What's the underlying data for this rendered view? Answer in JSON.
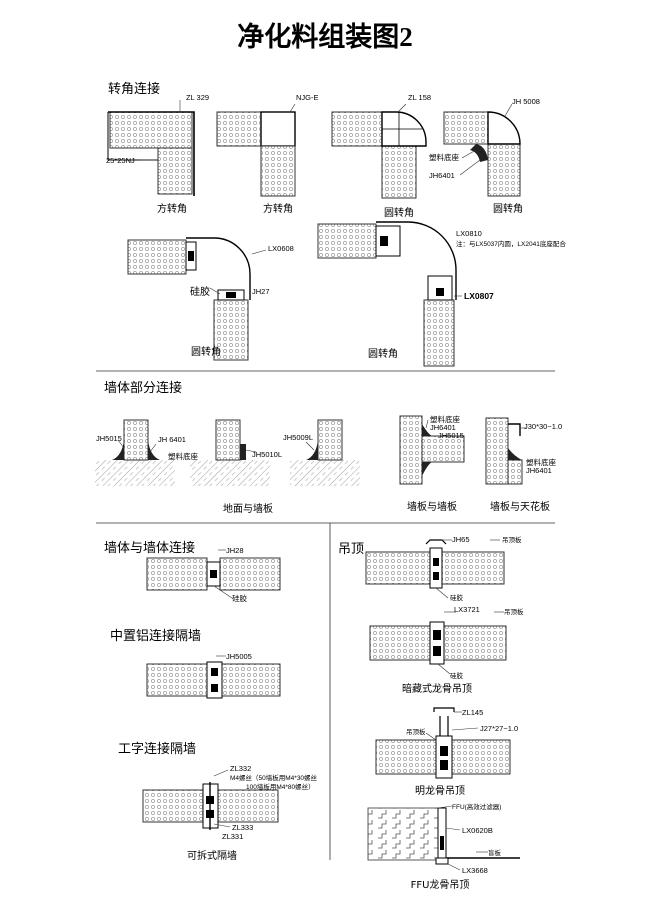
{
  "title": "净化料组装图2",
  "sections": {
    "corner": "转角连接",
    "wall_part": "墙体部分连接",
    "wall_wall": "墙体与墙体连接",
    "center_alu": "中置铝连接隔墙",
    "i_joint": "工字连接隔墙",
    "ceiling": "吊顶"
  },
  "corner": {
    "d1": {
      "caption": "方转角",
      "lbl_zl": "ZL 329",
      "lbl_nj": "25*25NJ"
    },
    "d2": {
      "caption": "方转角",
      "lbl_njg": "NJG-E"
    },
    "d3": {
      "caption": "圆转角",
      "lbl_zl": "ZL 158"
    },
    "d4": {
      "caption": "圆转角",
      "lbl_jh5008": "JH 5008",
      "lbl_base": "塑料底座",
      "lbl_jh6401": "JH6401"
    },
    "d5": {
      "caption": "圆转角",
      "lbl_lx0608": "LX0608",
      "lbl_glue": "硅胶",
      "lbl_jh27": "JH27"
    },
    "d6": {
      "caption": "圆转角",
      "lbl_lx0810": "LX0810",
      "lbl_note": "注：与LX5037内圆，LX2041底座配合",
      "lbl_lx0807": "LX0807"
    }
  },
  "wallpart": {
    "lbl_jh5015": "JH5015",
    "lbl_jh6401": "JH 6401",
    "lbl_base": "塑料底座",
    "lbl_jh5010l": "JH5010L",
    "lbl_jh5009l": "JH5009L",
    "caption_floor": "地面与墙板",
    "caption_ww": "墙板与墙板",
    "caption_wc": "墙板与天花板",
    "ww": {
      "base": "塑料底座",
      "jh6401": "JH6401",
      "jh5015": "JH5015"
    },
    "wc": {
      "j30": "J30*30~1.0",
      "base": "塑料底座",
      "jh6401": "JH6401"
    }
  },
  "wallwall": {
    "jh28": "JH28",
    "glue": "硅胶"
  },
  "centeralu": {
    "jh5005": "JH5005"
  },
  "ijoint": {
    "zl332": "ZL332",
    "m4": "M4螺丝（50墙板用M4*30螺丝",
    "m4b": "100墙板用M4*80螺丝）",
    "zl333": "ZL333",
    "zl331": "ZL331",
    "caption": "可拆式隔墙"
  },
  "ceiling": {
    "c1": {
      "jh65": "JH65",
      "plate": "吊顶板",
      "glue": "硅胶"
    },
    "c2": {
      "lx3721": "LX3721",
      "plate": "吊顶板",
      "glue": "硅胶",
      "caption": "暗藏式龙骨吊顶"
    },
    "c3": {
      "zl145": "ZL145",
      "j27": "J27*27~1.0",
      "plate": "吊顶板",
      "caption": "明龙骨吊顶"
    },
    "c4": {
      "ffu": "FFU(高效过滤器)",
      "lx0620b": "LX0620B",
      "plate": "盲板",
      "lx3668": "LX3668",
      "caption": "FFU龙骨吊顶"
    }
  }
}
